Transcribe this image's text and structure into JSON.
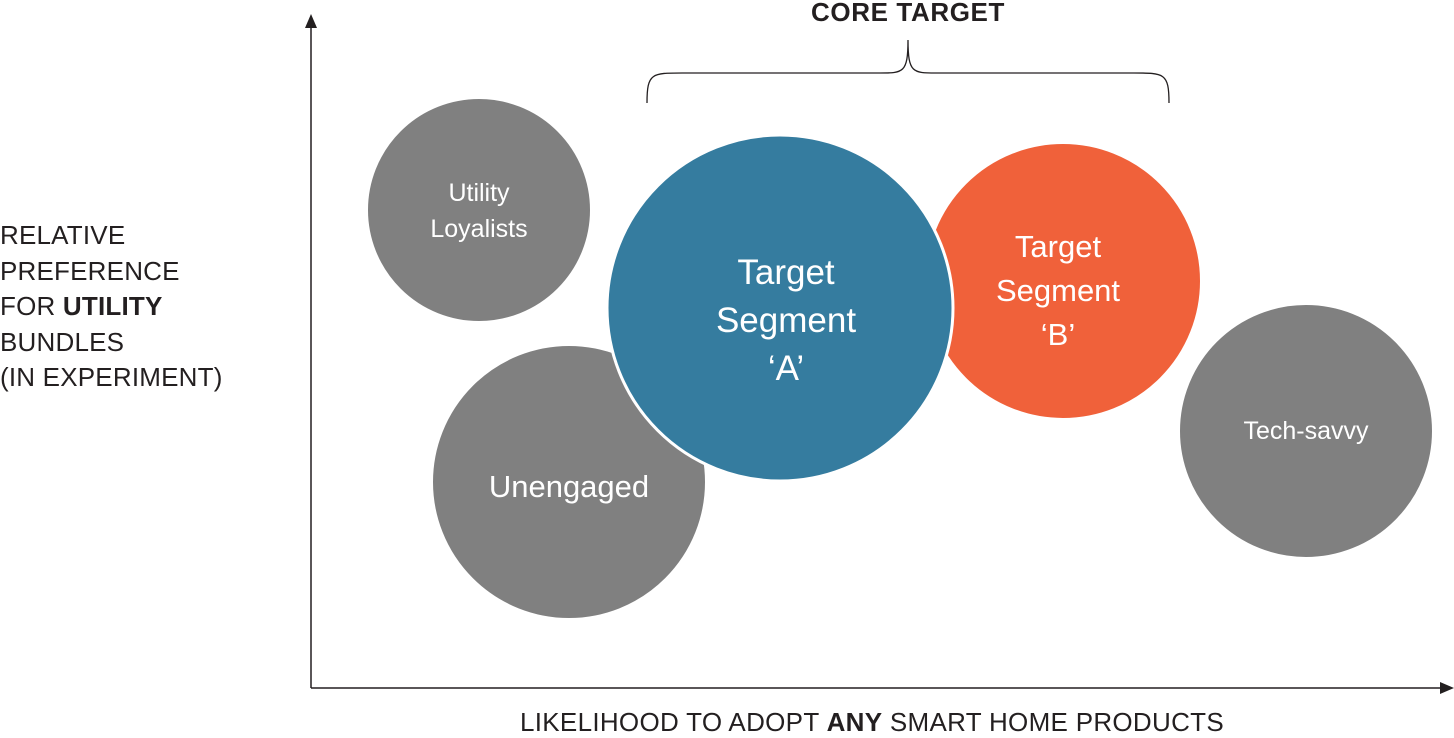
{
  "bracket": {
    "title": "CORE TARGET"
  },
  "y_axis": {
    "lines": [
      "RELATIVE",
      "PREFERENCE"
    ],
    "for_prefix": "FOR ",
    "for_bold": "UTILITY",
    "lines_after": [
      "BUNDLES",
      "(IN EXPERIMENT)"
    ]
  },
  "x_axis": {
    "prefix": "LIKELIHOOD TO ADOPT ",
    "bold": "ANY",
    "suffix": " SMART HOME PRODUCTS"
  },
  "segments": [
    {
      "id": "utility-loyalists",
      "lines": [
        "Utility",
        "Loyalists"
      ],
      "color": "#808080"
    },
    {
      "id": "unengaged",
      "lines": [
        "Unengaged"
      ],
      "color": "#808080"
    },
    {
      "id": "target-segment-b",
      "lines": [
        "Target",
        "Segment",
        "‘B’"
      ],
      "color": "#f0613a"
    },
    {
      "id": "target-segment-a",
      "lines": [
        "Target",
        "Segment",
        "‘A’"
      ],
      "color": "#357c9f"
    },
    {
      "id": "tech-savvy",
      "lines": [
        "Tech-savvy"
      ],
      "color": "#808080"
    }
  ],
  "colors": {
    "grey_bubble": "#808080",
    "segment_a": "#357c9f",
    "segment_b": "#f0613a",
    "axis": "#231f20"
  }
}
